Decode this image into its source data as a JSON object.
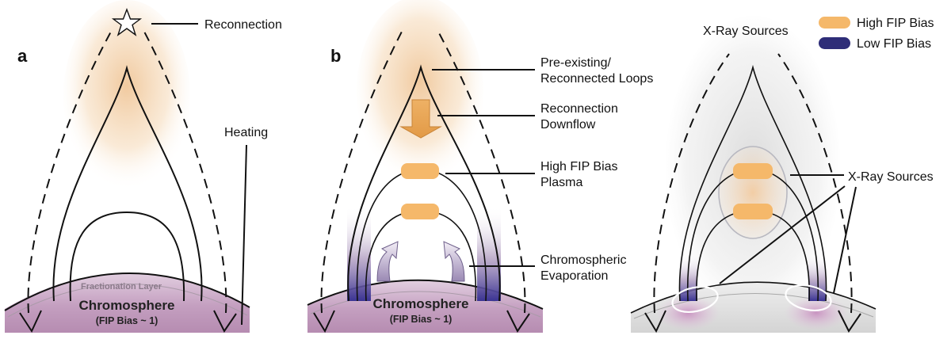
{
  "colors": {
    "high_fip": "#f5b86a",
    "low_fip": "#2e2d78",
    "chromosphere": "#b98bb0",
    "glow": "#f0c08a",
    "loop_purple": "#6b58b0",
    "xray_ring": "#ffffff"
  },
  "panel_a": {
    "letter": "a",
    "labels": {
      "reconnection": "Reconnection",
      "heating": "Heating",
      "fractionation_layer": "Fractionation Layer",
      "chromosphere": "Chromosphere",
      "fip_bias": "(FIP Bias ~ 1)"
    },
    "icons": [
      "star-icon",
      "down-arrow-icon"
    ]
  },
  "panel_b": {
    "letter": "b",
    "labels": {
      "loops_line1": "Pre-existing/",
      "loops_line2": "Reconnected Loops",
      "downflow_line1": "Reconnection",
      "downflow_line2": "Downflow",
      "plasma_line1": "High FIP Bias",
      "plasma_line2": "Plasma",
      "evap_line1": "Chromospheric",
      "evap_line2": "Evaporation",
      "chromosphere": "Chromosphere",
      "fip_bias": "(FIP Bias ~ 1)"
    }
  },
  "panel_c": {
    "labels": {
      "xray_top": "X-Ray Sources",
      "xray_side": "X-Ray Sources"
    },
    "legend": [
      {
        "label": "High FIP Bias",
        "color": "#f5b86a"
      },
      {
        "label": "Low FIP Bias",
        "color": "#2e2d78"
      }
    ]
  }
}
